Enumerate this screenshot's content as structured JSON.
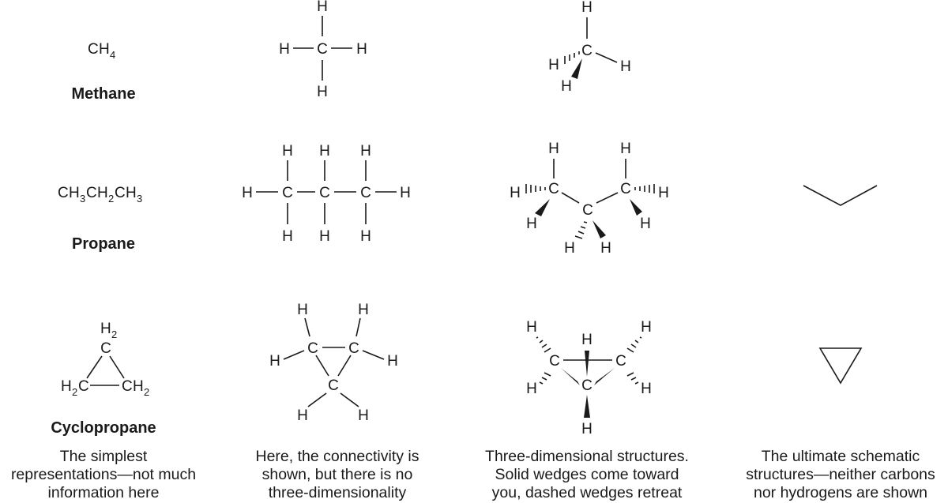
{
  "atoms": {
    "carbon": "C",
    "hydrogen": "H",
    "subscript_2": "2",
    "subscript_3": "3",
    "subscript_4": "4"
  },
  "molecules": {
    "methane": {
      "name": "Methane"
    },
    "propane": {
      "name": "Propane"
    },
    "cyclopropane": {
      "name": "Cyclopropane"
    }
  },
  "captions": {
    "col1": [
      "The simplest",
      "representations—not much",
      "information here"
    ],
    "col2": [
      "Here, the connectivity is",
      "shown, but there is no",
      "three-dimensionality"
    ],
    "col3": [
      "Three-dimensional structures.",
      "Solid wedges come toward",
      "you, dashed wedges retreat"
    ],
    "col4": [
      "The ultimate schematic",
      "structures—neither carbons",
      "nor hydrogens are shown"
    ]
  }
}
